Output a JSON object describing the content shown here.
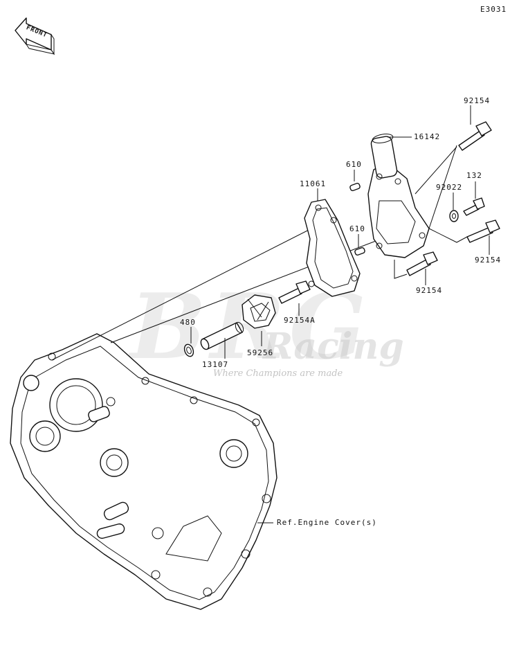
{
  "diagram_code": "E3031",
  "front_arrow_label": "FRONT",
  "reference_label": "Ref.Engine Cover(s)",
  "parts": [
    {
      "id": "p1",
      "number": "92154"
    },
    {
      "id": "p2",
      "number": "16142"
    },
    {
      "id": "p3",
      "number": "610"
    },
    {
      "id": "p4",
      "number": "132"
    },
    {
      "id": "p5",
      "number": "92022"
    },
    {
      "id": "p6",
      "number": "11061"
    },
    {
      "id": "p7",
      "number": "610"
    },
    {
      "id": "p8",
      "number": "92154"
    },
    {
      "id": "p9",
      "number": "92154"
    },
    {
      "id": "p10",
      "number": "92154A"
    },
    {
      "id": "p11",
      "number": "480"
    },
    {
      "id": "p12",
      "number": "59256"
    },
    {
      "id": "p13",
      "number": "13107"
    }
  ],
  "watermark": {
    "brand": "BRG",
    "sub": "Racing",
    "tagline": "Where Champions are made"
  }
}
